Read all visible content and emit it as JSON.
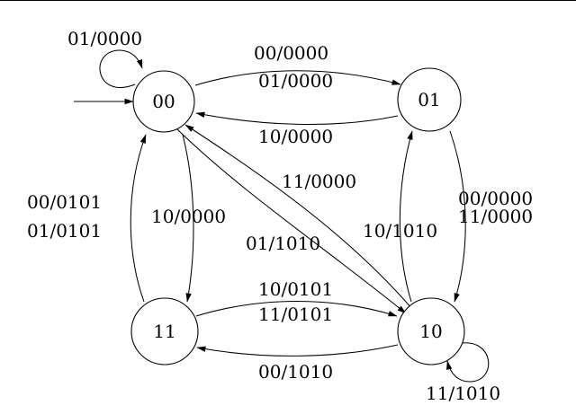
{
  "diagram": {
    "states": [
      {
        "id": "00",
        "label": "00"
      },
      {
        "id": "01",
        "label": "01"
      },
      {
        "id": "10",
        "label": "10"
      },
      {
        "id": "11",
        "label": "11"
      }
    ],
    "initial_state": "00",
    "transitions": [
      {
        "from": "00",
        "to": "00",
        "labels": [
          "01/0000"
        ]
      },
      {
        "from": "00",
        "to": "01",
        "labels": [
          "00/0000",
          "01/0000"
        ]
      },
      {
        "from": "01",
        "to": "00",
        "labels": [
          "10/0000"
        ]
      },
      {
        "from": "10",
        "to": "00",
        "labels": [
          "11/0000"
        ]
      },
      {
        "from": "00",
        "to": "10",
        "labels": [
          "01/1010"
        ]
      },
      {
        "from": "00",
        "to": "11",
        "labels": [
          "10/0000"
        ]
      },
      {
        "from": "11",
        "to": "00",
        "labels": [
          "00/0101",
          "01/0101"
        ]
      },
      {
        "from": "01",
        "to": "10",
        "labels": [
          "00/0000",
          "11/0000"
        ]
      },
      {
        "from": "10",
        "to": "01",
        "labels": [
          "10/1010"
        ]
      },
      {
        "from": "11",
        "to": "10",
        "labels": [
          "10/0101",
          "11/0101"
        ]
      },
      {
        "from": "10",
        "to": "11",
        "labels": [
          "00/1010"
        ]
      },
      {
        "from": "10",
        "to": "10",
        "labels": [
          "11/1010"
        ]
      }
    ]
  }
}
